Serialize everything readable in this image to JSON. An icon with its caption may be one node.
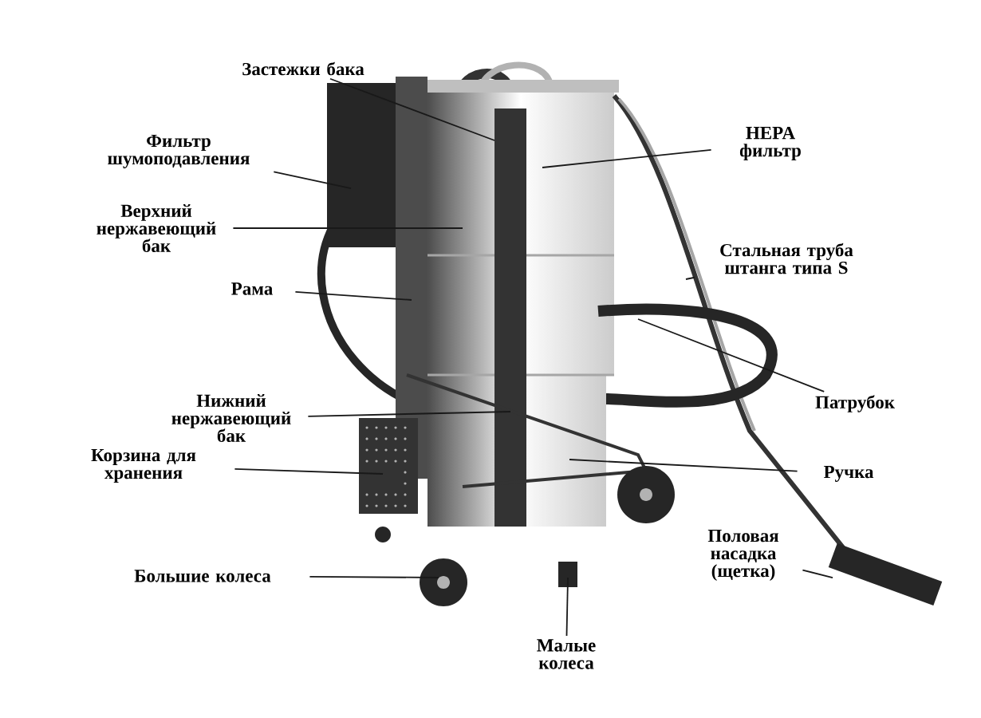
{
  "diagram": {
    "nodes": [
      {
        "text": [
          "Застежки бака"
        ]
      },
      {
        "text": [
          "Фильтр шумоподавления"
        ]
      },
      {
        "text": [
          "Верхний нержавеющий бак"
        ]
      },
      {
        "text": [
          "Рама"
        ]
      },
      {
        "text": [
          "HEPA фильтр"
        ]
      },
      {
        "text": [
          "Стальная труба штанга типа S"
        ]
      },
      {
        "text": [
          "Патрубок"
        ]
      },
      {
        "text": [
          "Ручка"
        ]
      },
      {
        "text": [
          "Нижний нержавеющий бак"
        ]
      },
      {
        "text": [
          "Корзина для хранения"
        ]
      },
      {
        "text": [
          "Большие колеса"
        ]
      },
      {
        "text": [
          "Малые колеса"
        ]
      },
      {
        "text": [
          "Половая насадка (щетка)"
        ]
      }
    ],
    "edges": [
      {
        "from": 0,
        "to": null,
        "arrow": "none"
      },
      {
        "from": 1,
        "to": null,
        "arrow": "none"
      },
      {
        "from": 2,
        "to": null,
        "arrow": "none"
      },
      {
        "from": 3,
        "to": null,
        "arrow": "none"
      },
      {
        "from": 4,
        "to": null,
        "arrow": "none"
      },
      {
        "from": 5,
        "to": null,
        "arrow": "none"
      },
      {
        "from": 6,
        "to": null,
        "arrow": "none"
      },
      {
        "from": 7,
        "to": null,
        "arrow": "none"
      },
      {
        "from": 8,
        "to": null,
        "arrow": "none"
      },
      {
        "from": 9,
        "to": null,
        "arrow": "none"
      },
      {
        "from": 10,
        "to": null,
        "arrow": "none"
      },
      {
        "from": 11,
        "to": null,
        "arrow": "none"
      },
      {
        "from": 12,
        "to": null,
        "arrow": "none"
      }
    ]
  }
}
